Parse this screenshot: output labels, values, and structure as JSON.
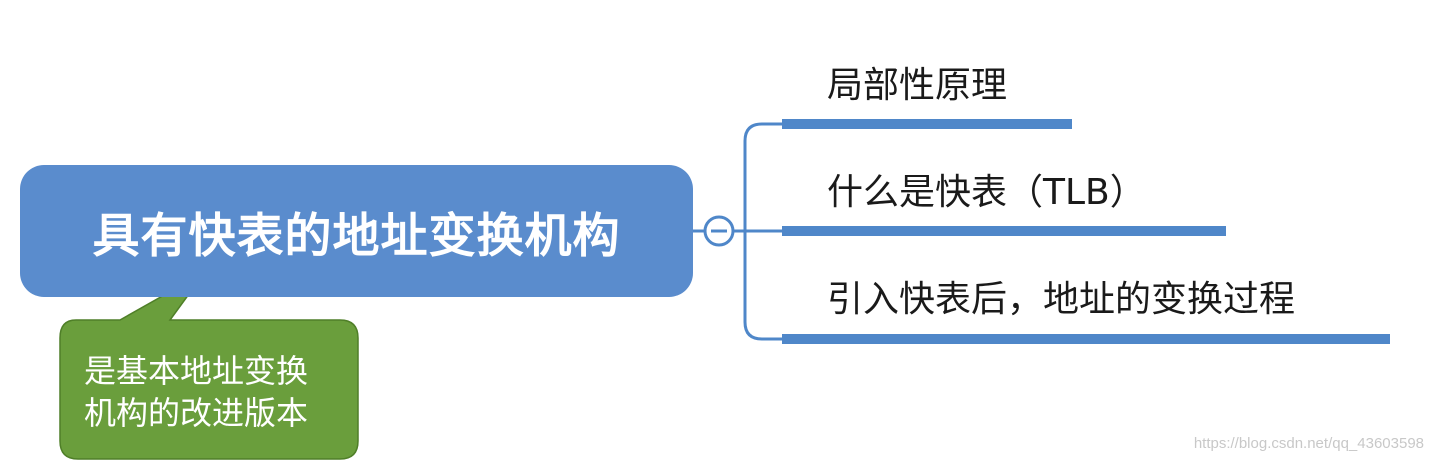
{
  "root": {
    "label": "具有快表的地址变换机构",
    "fill": "#5a8ccd"
  },
  "callout": {
    "lines": [
      "是基本地址变换",
      "机构的改进版本"
    ],
    "fill": "#6a9e3c",
    "stroke": "#4f7f28"
  },
  "collapse_toggle": {
    "symbol": "−"
  },
  "branches": [
    {
      "label": "局部性原理"
    },
    {
      "label": "什么是快表（TLB）"
    },
    {
      "label": "引入快表后，地址的变换过程"
    }
  ],
  "connector_color": "#4f87c9",
  "watermark": "https://blog.csdn.net/qq_43603598"
}
